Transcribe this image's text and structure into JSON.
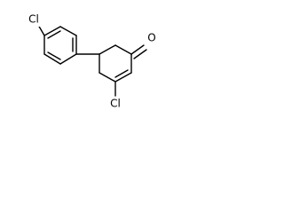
{
  "molecule": {
    "atoms": {
      "chlorine_para": "Cl",
      "oxygen_carbonyl": "O",
      "chlorine_vinyl": "Cl"
    }
  }
}
